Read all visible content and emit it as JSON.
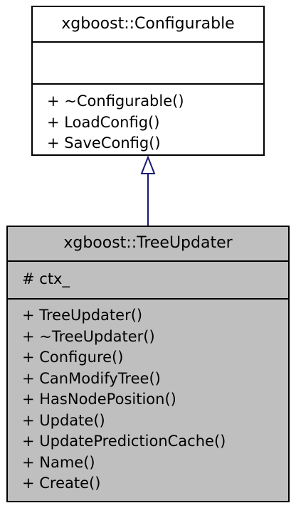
{
  "colors": {
    "parent_fill": "#ffffff",
    "child_fill": "#bfbfbf",
    "border": "#000000",
    "connector": "#191970"
  },
  "parent_class": {
    "name": "xgboost::Configurable",
    "attributes": [],
    "operations": [
      "+ ~Configurable()",
      "+ LoadConfig()",
      "+ SaveConfig()"
    ]
  },
  "child_class": {
    "name": "xgboost::TreeUpdater",
    "attributes": [
      "# ctx_"
    ],
    "operations": [
      "+ TreeUpdater()",
      "+ ~TreeUpdater()",
      "+ Configure()",
      "+ CanModifyTree()",
      "+ HasNodePosition()",
      "+ Update()",
      "+ UpdatePredictionCache()",
      "+ Name()",
      "+ Create()"
    ]
  },
  "relationship": {
    "type": "inheritance",
    "arrow": "hollow-triangle"
  }
}
